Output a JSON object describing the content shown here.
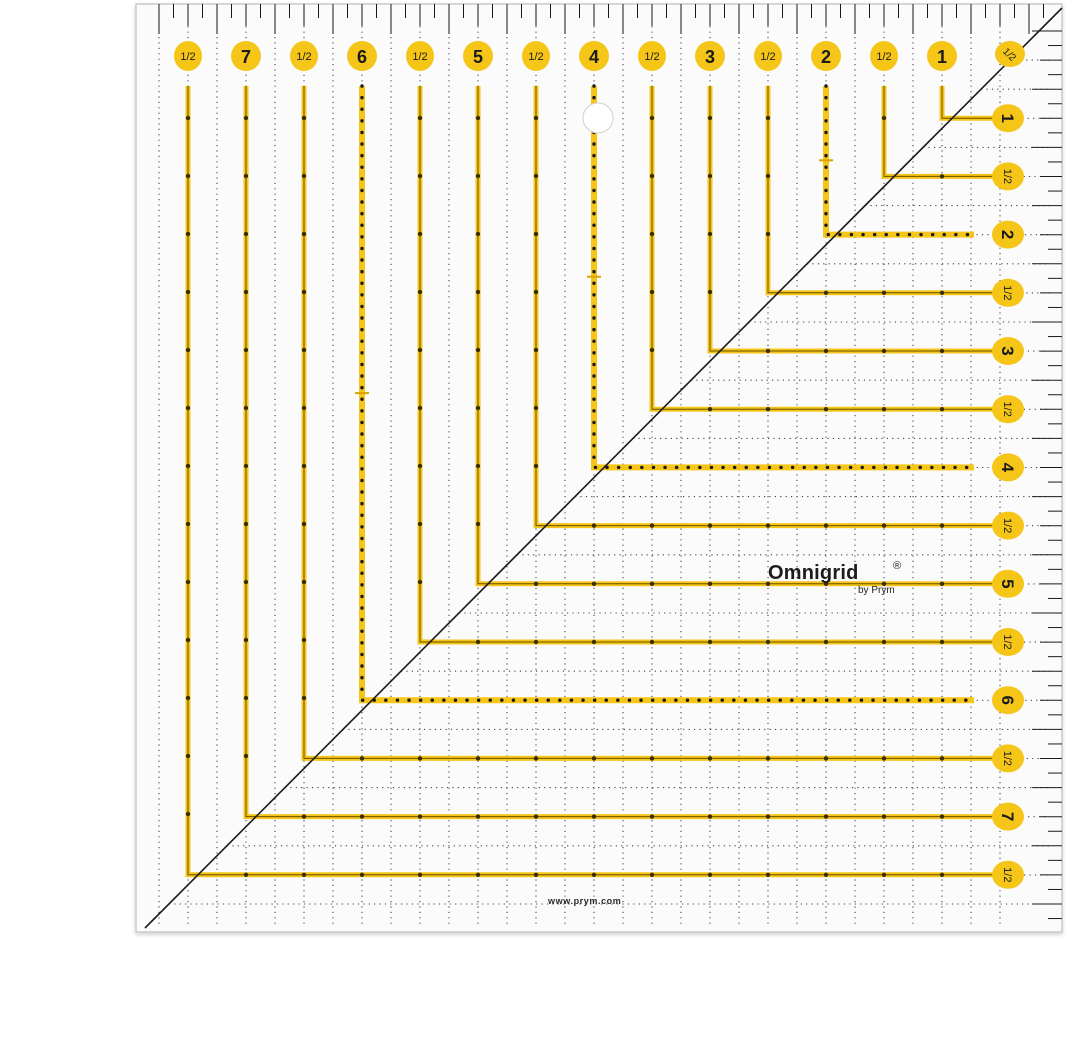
{
  "product": {
    "brand": "Omnigrid",
    "trademark": "®",
    "maker": "by Prym",
    "website": "www.prym.com"
  },
  "ruler": {
    "top_labels": [
      "1/2",
      "7",
      "1/2",
      "6",
      "1/2",
      "5",
      "1/2",
      "4",
      "1/2",
      "3",
      "1/2",
      "2",
      "1/2",
      "1",
      "1/2"
    ],
    "right_labels": [
      "1",
      "1/2",
      "2",
      "1/2",
      "3",
      "1/2",
      "4",
      "1/2",
      "5",
      "1/2",
      "6",
      "1/2",
      "7",
      "1/2"
    ],
    "dotted_guides": [
      "2",
      "4",
      "6"
    ]
  },
  "colors": {
    "acrylic": "#fbfbfb",
    "yellow": "#f5c518",
    "yellow_dark": "#d9a400",
    "line_black": "#1a1a1a",
    "dot_grey": "#444444"
  }
}
